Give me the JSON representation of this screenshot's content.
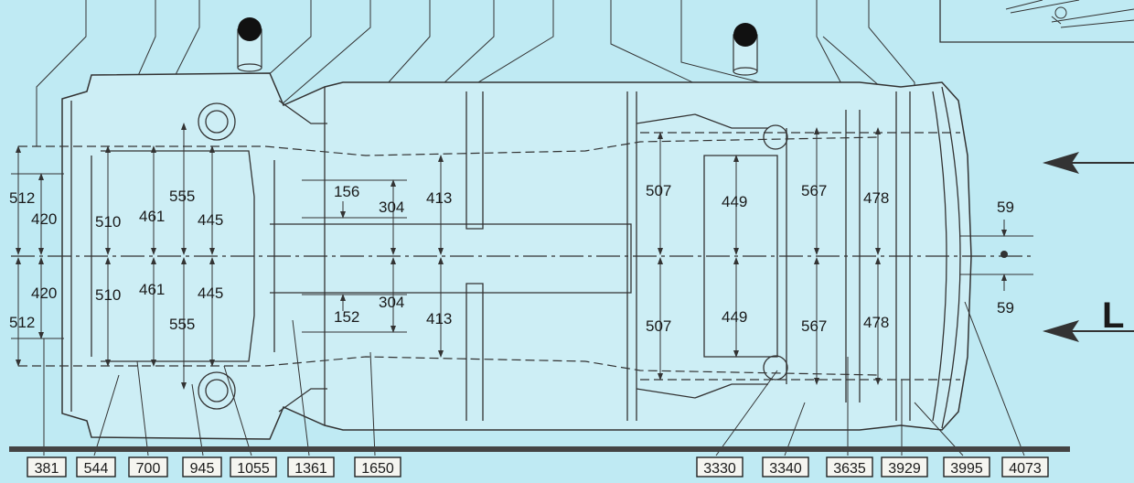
{
  "diagram": {
    "colors": {
      "background": "#bfeaf3",
      "line": "#333333",
      "label_box": "#f5f5f0"
    },
    "view_arrow_label": "L",
    "position_labels": [
      "381",
      "544",
      "700",
      "945",
      "1055",
      "1361",
      "1650",
      "3330",
      "3340",
      "3635",
      "3929",
      "3995",
      "4073"
    ],
    "dimensions": {
      "d512_top": "512",
      "d420_top": "420",
      "d420_bot": "420",
      "d512_bot": "512",
      "d510_top": "510",
      "d510_bot": "510",
      "d461_top": "461",
      "d461_bot": "461",
      "d555_top": "555",
      "d555_bot": "555",
      "d445_top": "445",
      "d445_bot": "445",
      "d156": "156",
      "d152": "152",
      "d304_top": "304",
      "d304_bot": "304",
      "d413_top": "413",
      "d413_bot": "413",
      "d507_top": "507",
      "d507_bot": "507",
      "d449_top": "449",
      "d449_bot": "449",
      "d567_top": "567",
      "d567_bot": "567",
      "d478_top": "478",
      "d478_bot": "478",
      "d59_top": "59",
      "d59_bot": "59"
    }
  }
}
